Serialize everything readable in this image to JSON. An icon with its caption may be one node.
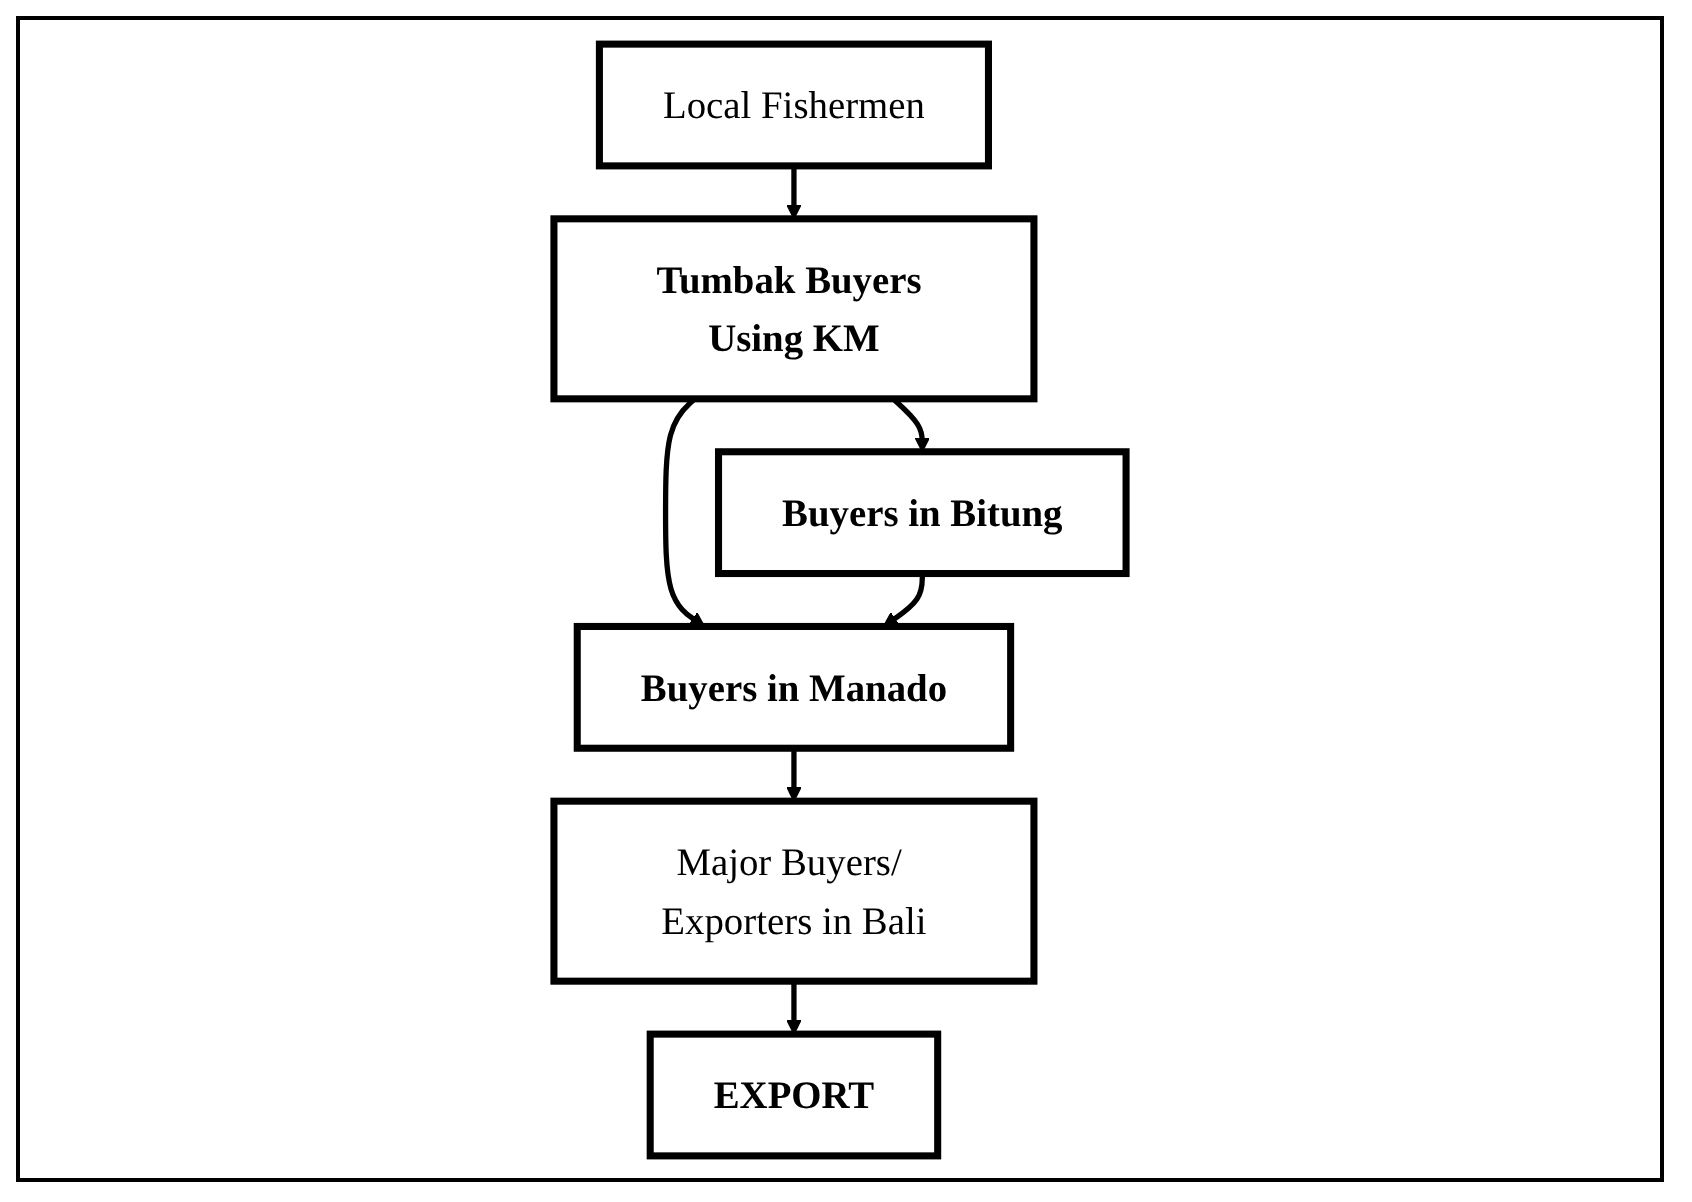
{
  "diagram": {
    "nodes": [
      {
        "text": [
          "Local Fishermen"
        ]
      },
      {
        "text": [
          "Tumbak Buyers Using KM"
        ]
      },
      {
        "text": [
          "Buyers in Bitung"
        ]
      },
      {
        "text": [
          "Buyers in Manado"
        ]
      },
      {
        "text": [
          "Major Buyers/ Exporters in Bali"
        ]
      },
      {
        "text": [
          "EXPORT"
        ]
      }
    ],
    "edges": [
      {
        "from": 0,
        "to": 1,
        "arrow": "to"
      },
      {
        "from": 1,
        "to": 2,
        "arrow": "to"
      },
      {
        "from": 1,
        "to": 3,
        "arrow": "to"
      },
      {
        "from": 2,
        "to": 3,
        "arrow": "to"
      },
      {
        "from": 3,
        "to": 4,
        "arrow": "to"
      },
      {
        "from": 4,
        "to": 5,
        "arrow": "to"
      }
    ]
  }
}
